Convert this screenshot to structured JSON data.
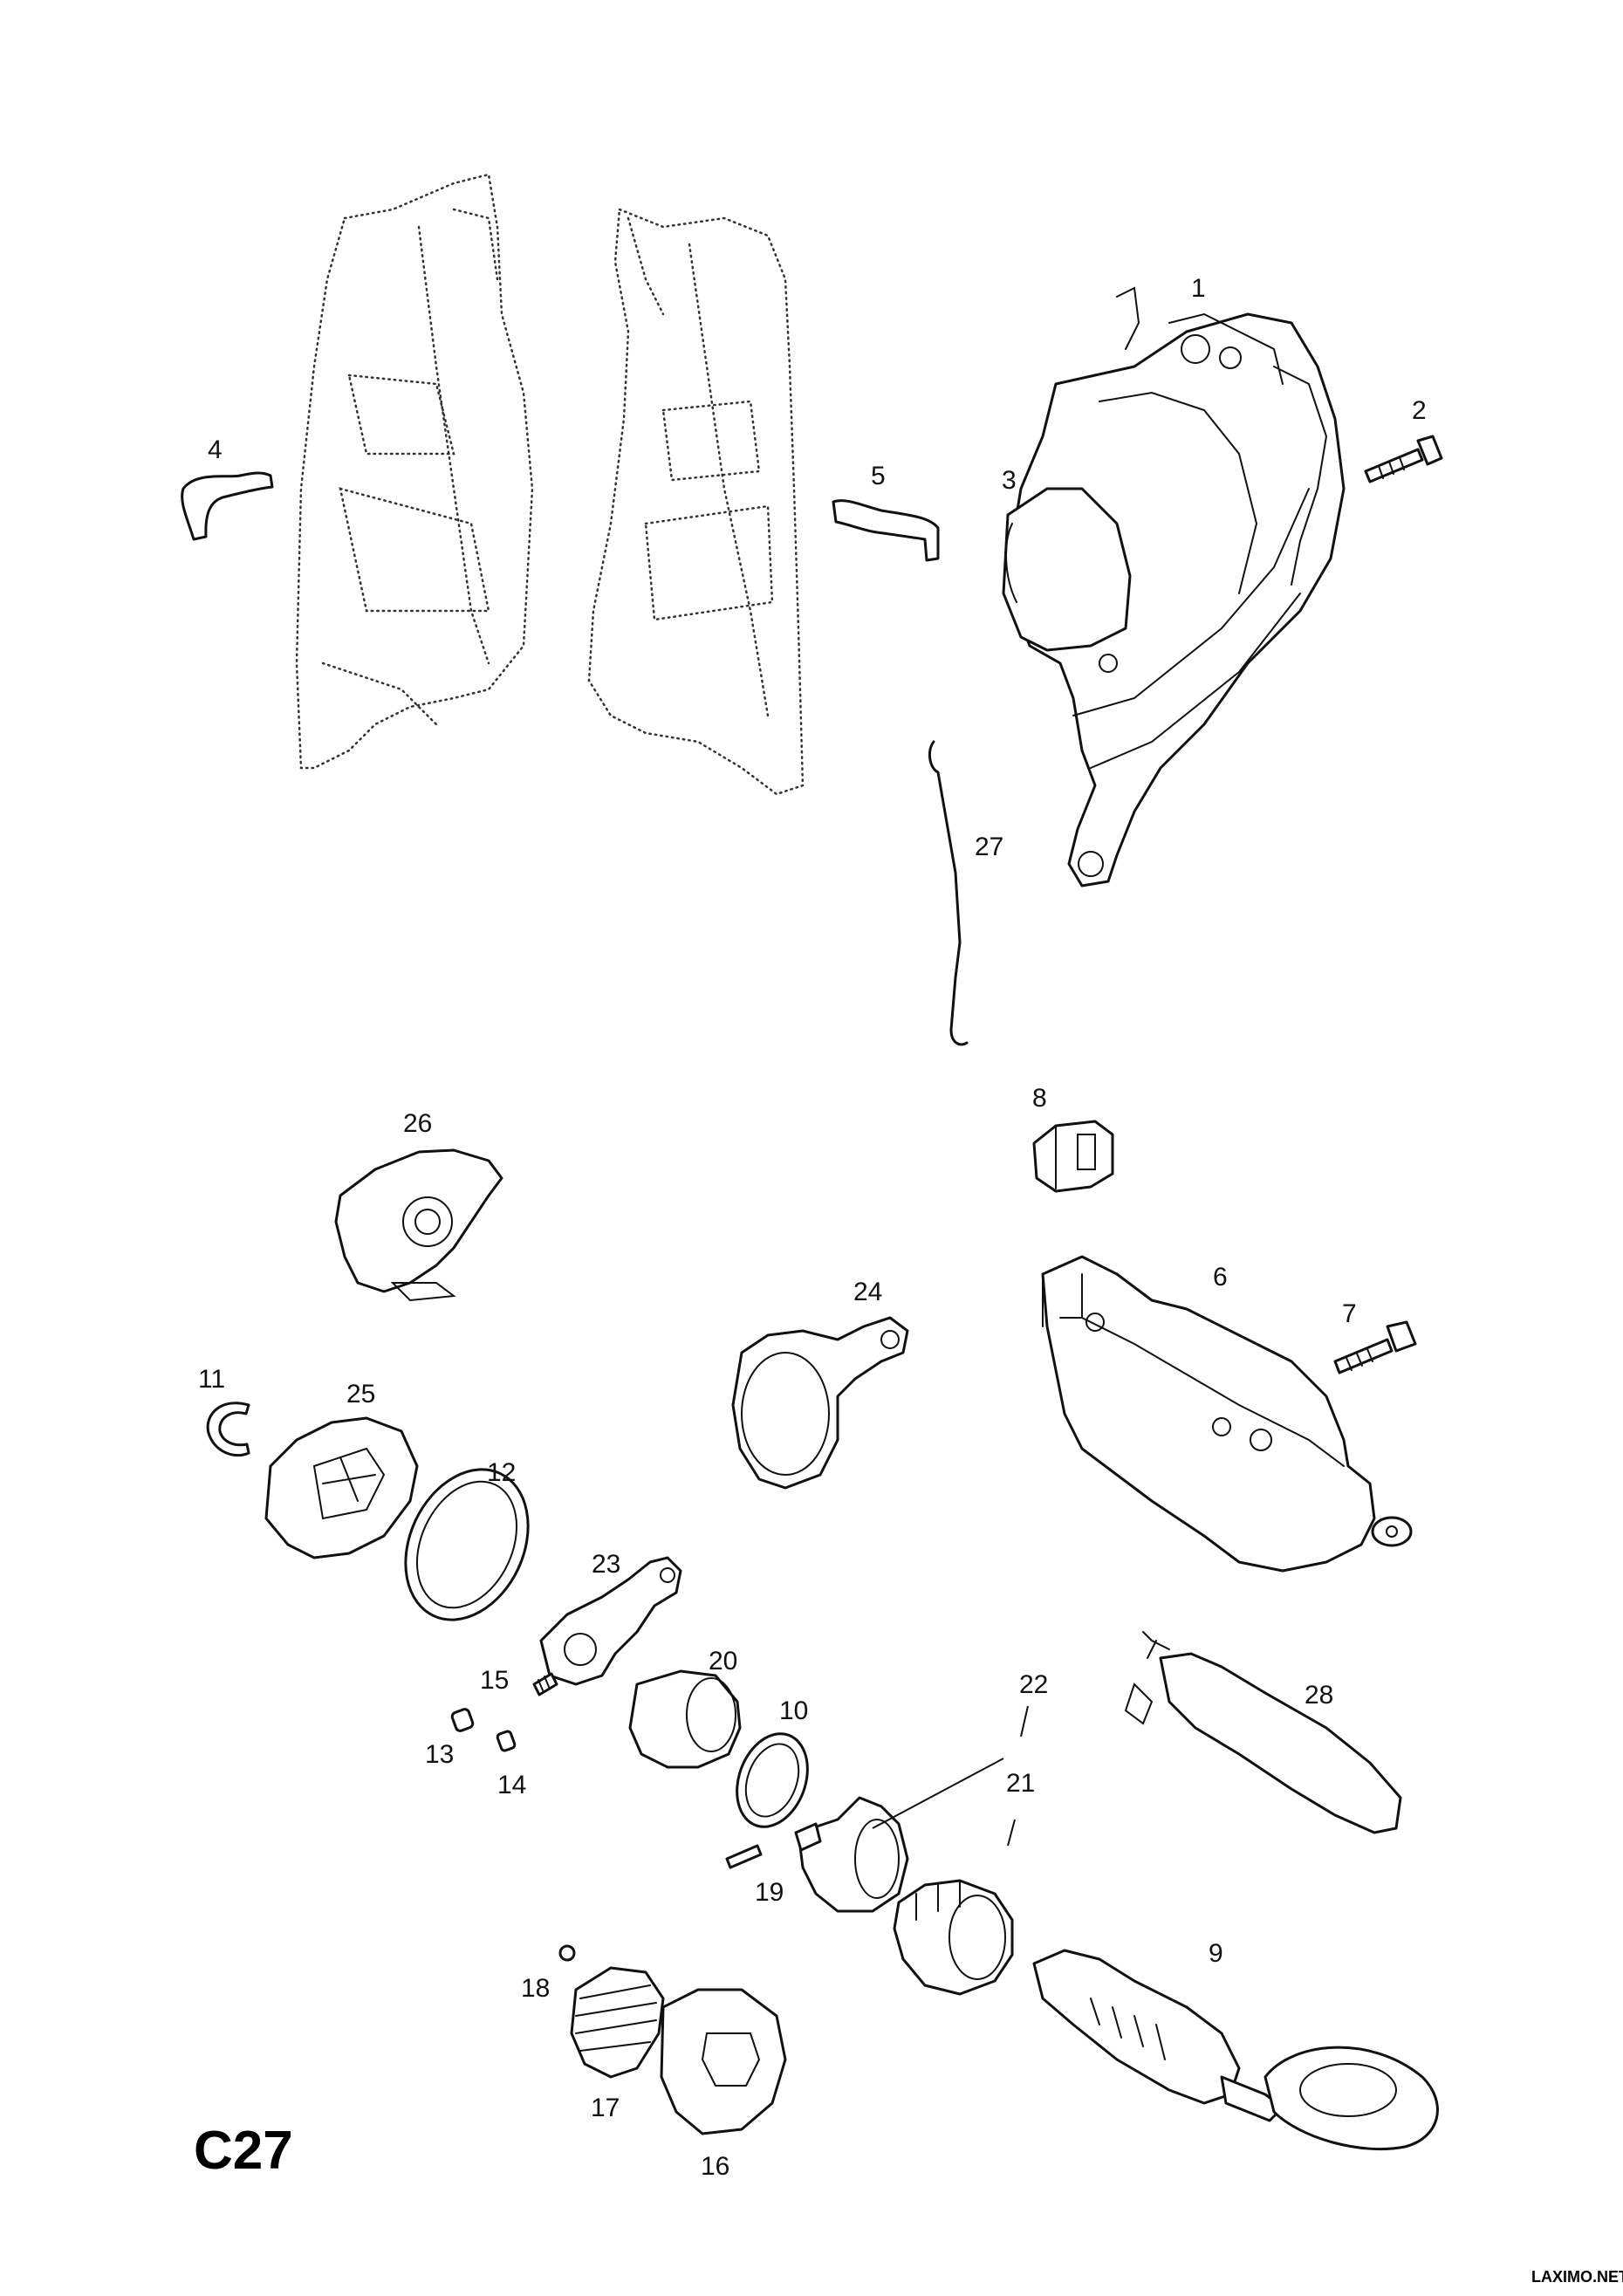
{
  "diagram_code": "C27",
  "credit": "LAXIMO.NET",
  "callouts": {
    "p1": "1",
    "p2": "2",
    "p3": "3",
    "p4": "4",
    "p5": "5",
    "p6": "6",
    "p7": "7",
    "p8": "8",
    "p9": "9",
    "p10": "10",
    "p11": "11",
    "p12": "12",
    "p13": "13",
    "p14": "14",
    "p15": "15",
    "p16": "16",
    "p17": "17",
    "p18": "18",
    "p19": "19",
    "p20": "20",
    "p21": "21",
    "p22": "22",
    "p23": "23",
    "p24": "24",
    "p25": "25",
    "p26": "26",
    "p27": "27",
    "p28": "28"
  }
}
